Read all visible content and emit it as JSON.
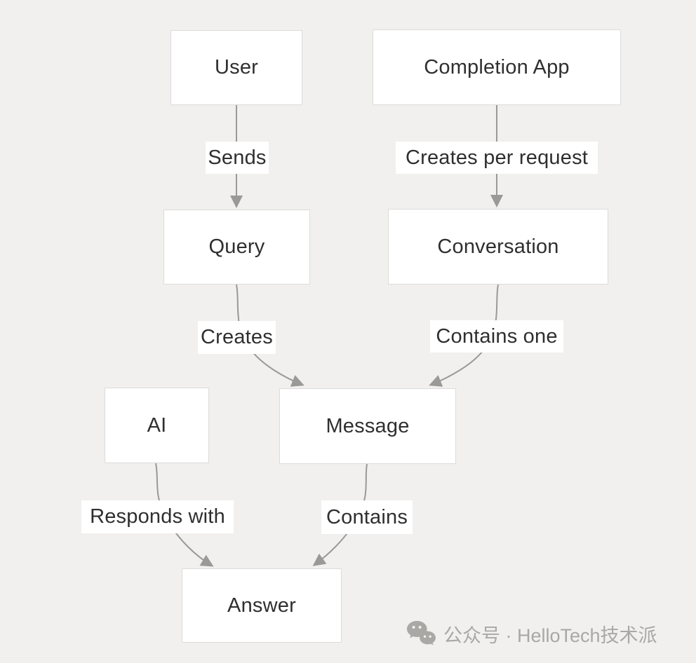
{
  "diagram": {
    "type": "flowchart",
    "direction": "top-down",
    "nodes": [
      {
        "id": "user",
        "label": "User"
      },
      {
        "id": "completion-app",
        "label": "Completion App"
      },
      {
        "id": "query",
        "label": "Query"
      },
      {
        "id": "conversation",
        "label": "Conversation"
      },
      {
        "id": "ai",
        "label": "AI"
      },
      {
        "id": "message",
        "label": "Message"
      },
      {
        "id": "answer",
        "label": "Answer"
      }
    ],
    "edges": [
      {
        "from": "User",
        "to": "Query",
        "label": "Sends"
      },
      {
        "from": "Completion App",
        "to": "Conversation",
        "label": "Creates per request"
      },
      {
        "from": "Query",
        "to": "Message",
        "label": "Creates"
      },
      {
        "from": "Conversation",
        "to": "Message",
        "label": "Contains one"
      },
      {
        "from": "AI",
        "to": "Answer",
        "label": "Responds with"
      },
      {
        "from": "Message",
        "to": "Answer",
        "label": "Contains"
      }
    ]
  },
  "watermark": {
    "icon": "wechat-icon",
    "text": "公众号 · HelloTech技术派"
  },
  "colors": {
    "background": "#f1f0ee",
    "node_fill": "#ffffff",
    "node_border": "#dcdbd9",
    "text": "#2f2f2f",
    "edge": "#999997",
    "edge_label_bg": "#ffffff",
    "watermark": "#a9a8a5"
  }
}
